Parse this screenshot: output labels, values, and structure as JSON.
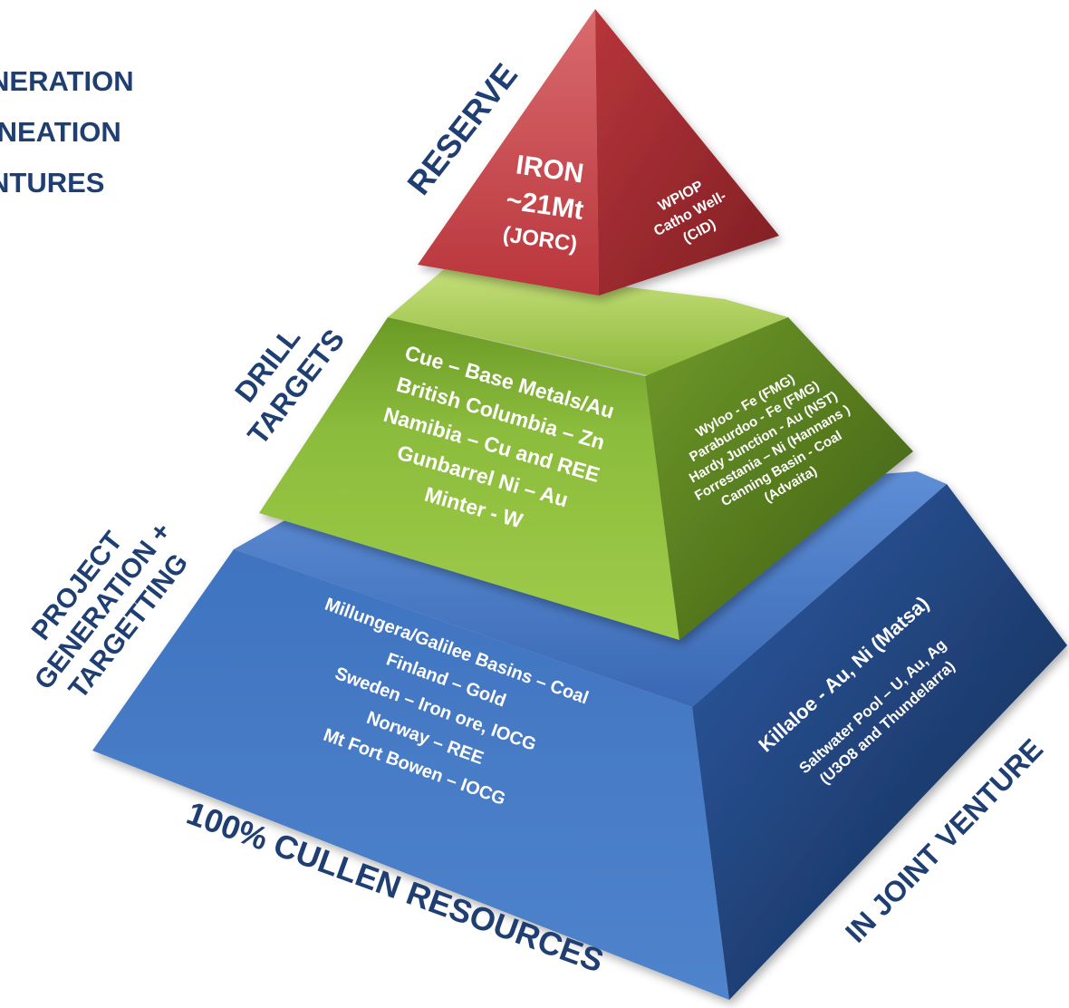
{
  "top_left_text": [
    "NERATION",
    "INEATION",
    "NTURES"
  ],
  "tiers": {
    "reserve": {
      "side_label": [
        "RESERVE"
      ],
      "front_lines": [
        "IRON",
        "~21Mt",
        "(JORC)"
      ],
      "right_lines": [
        "WPIOP",
        "Catho Well-",
        "(CID)"
      ]
    },
    "drill": {
      "side_label": [
        "DRILL",
        "TARGETS"
      ],
      "front_lines": [
        "Cue – Base Metals/Au",
        "British Columbia – Zn",
        "Namibia – Cu and REE",
        "Gunbarrel Ni – Au",
        "Minter - W"
      ],
      "right_lines": [
        "Wyloo - Fe (FMG)",
        "Paraburdoo - Fe (FMG)",
        "Hardy Junction - Au (NST)",
        "Forrestania – Ni (Hannans )",
        "Canning Basin - Coal",
        "(Advaita)"
      ]
    },
    "project": {
      "side_label": [
        "PROJECT",
        "GENERATION +",
        "TARGETTING"
      ],
      "front_lines": [
        "Millungera/Galilee Basins – Coal",
        "Finland – Gold",
        "Sweden – Iron ore, IOCG",
        "Norway – REE",
        "Mt Fort Bowen – IOCG"
      ],
      "right_lines": [
        "Killaloe - Au, Ni (Matsa)",
        "Saltwater Pool – U, Au, Ag",
        "(U3O8 and Thundelarra)"
      ]
    }
  },
  "bottom_labels": {
    "left": "100% CULLEN RESOURCES",
    "right": "IN JOINT VENTURE"
  },
  "colors": {
    "label_navy": "#1f3f73",
    "red": "#c0454a",
    "green": "#8fb93a",
    "blue": "#3a6db5"
  }
}
